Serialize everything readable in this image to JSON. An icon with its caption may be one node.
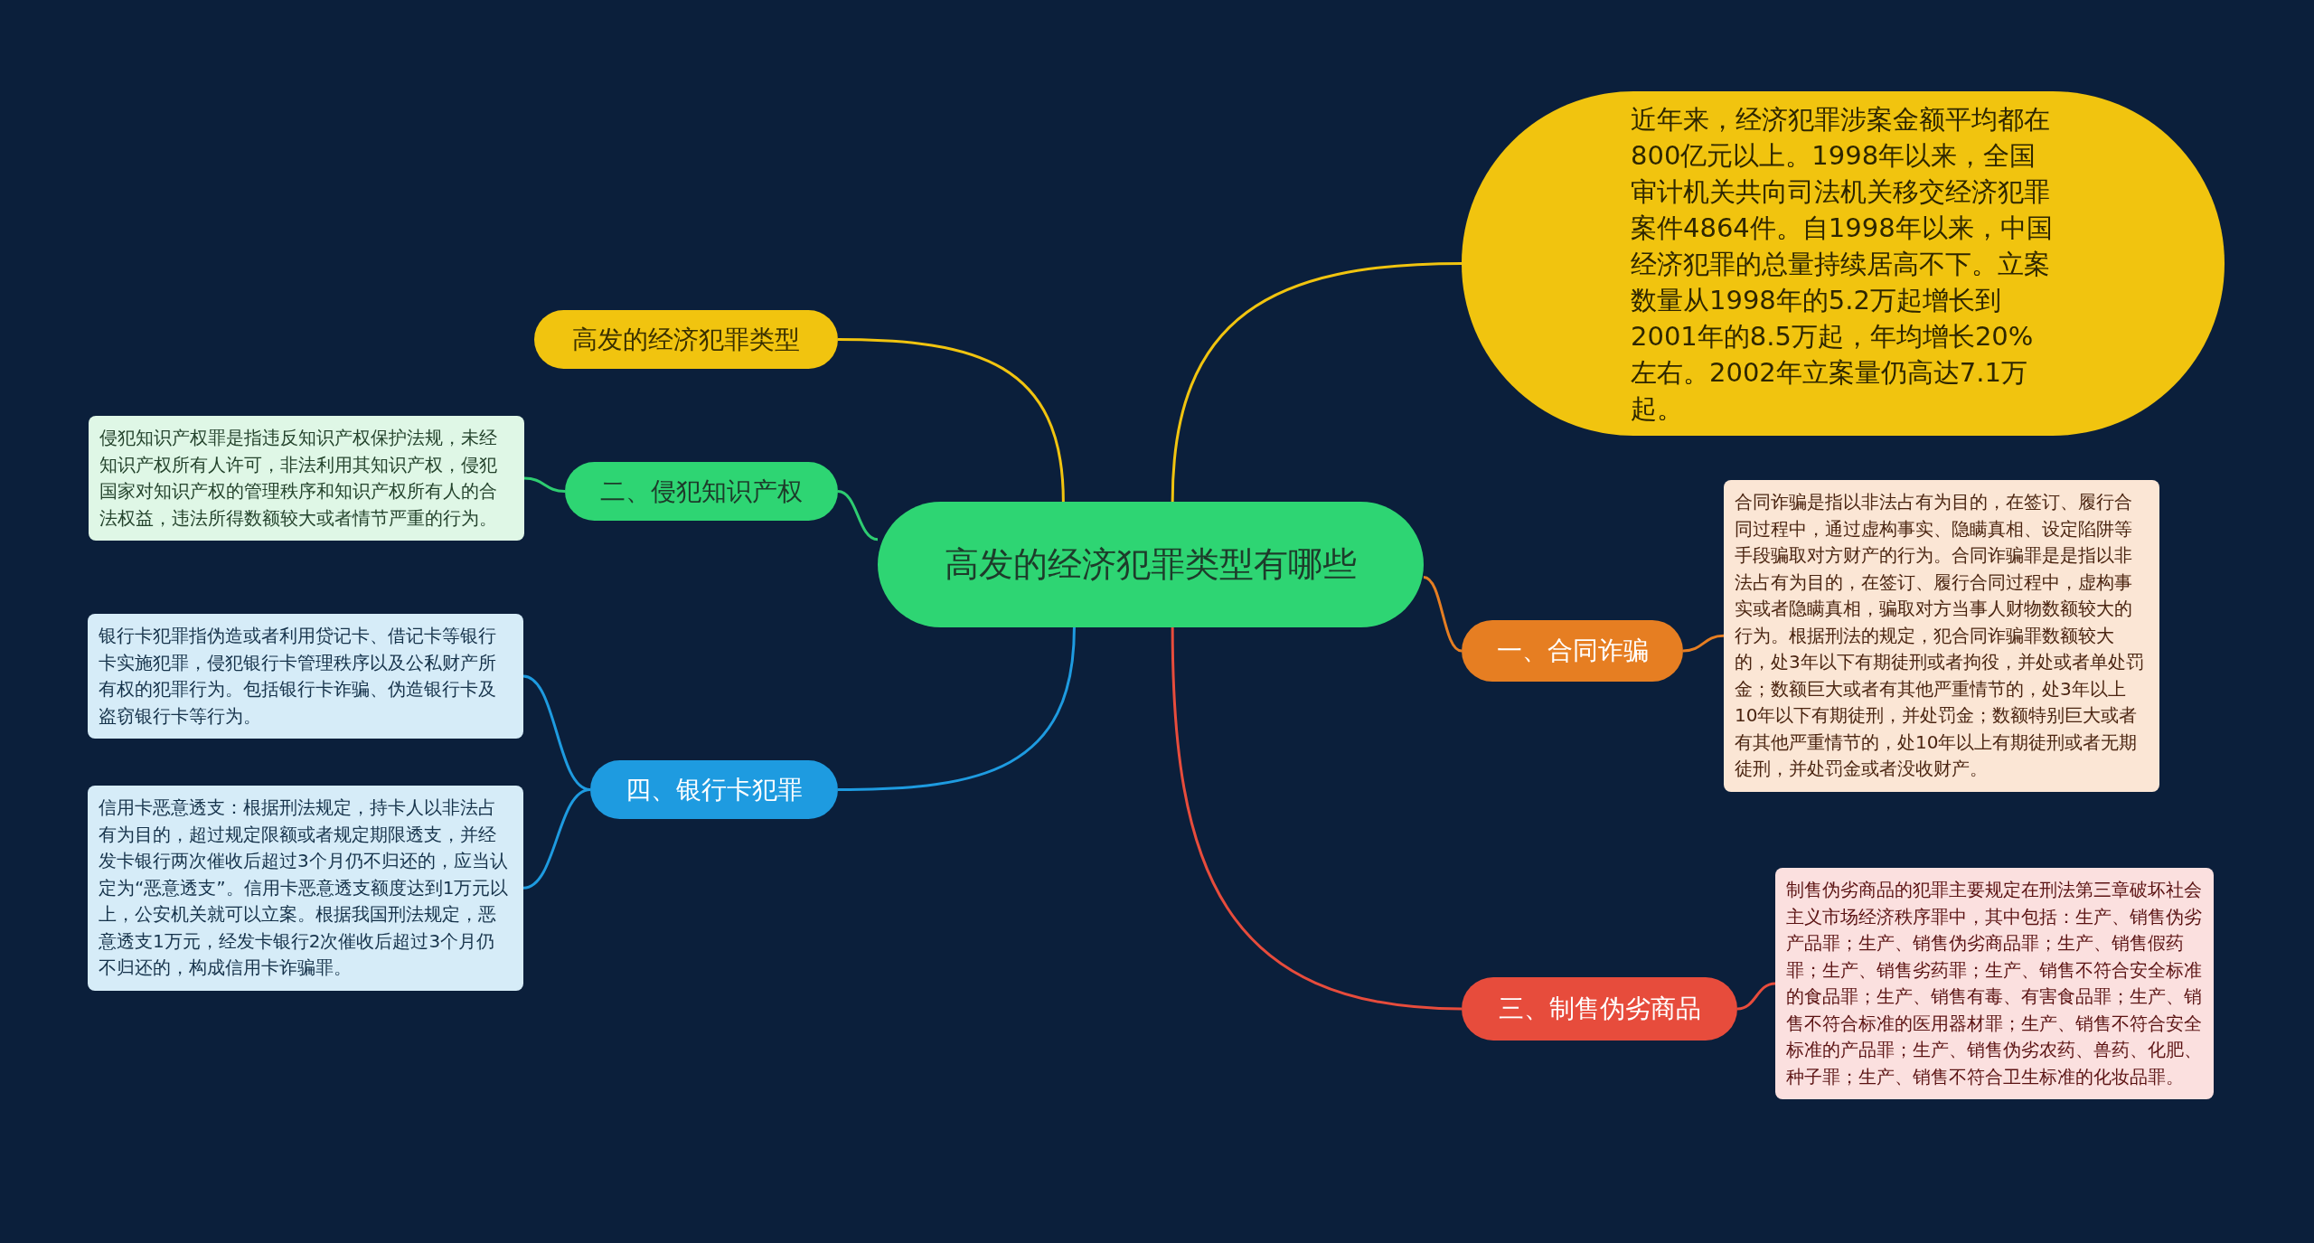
{
  "diagram": {
    "nodes": [
      {
        "text": [
          "高发的经济犯罪类型有哪些"
        ]
      },
      {
        "text": [
          "高发的经济犯罪类型"
        ]
      },
      {
        "text": [
          "近年来，经济犯罪涉案金额平均都在800亿元以上。1998年以来，全国审计机关共向司法机关移交经济犯罪案件4864件。自1998年以来，中国经济犯罪的总量持续居高不下。立案数量从1998年的5.2万起增长到2001年的8.5万起，年均增长20%左右。2002年立案量仍高达7.1万起。"
        ]
      },
      {
        "text": [
          "二、侵犯知识产权"
        ]
      },
      {
        "text": [
          "侵犯知识产权罪是指违反知识产权保护法规，未经知识产权所有人许可，非法利用其知识产权，侵犯国家对知识产权的管理秩序和知识产权所有人的合法权益，违法所得数额较大或者情节严重的行为。"
        ]
      },
      {
        "text": [
          "一、合同诈骗"
        ]
      },
      {
        "text": [
          "合同诈骗是指以非法占有为目的，在签订、履行合同过程中，通过虚构事实、隐瞒真相、设定陷阱等手段骗取对方财产的行为。合同诈骗罪是是指以非法占有为目的，在签订、履行合同过程中，虚构事实或者隐瞒真相，骗取对方当事人财物数额较大的行为。根据刑法的规定，犯合同诈骗罪数额较大的，处3年以下有期徒刑或者拘役，并处或者单处罚金；数额巨大或者有其他严重情节的，处3年以上10年以下有期徒刑，并处罚金；数额特别巨大或者有其他严重情节的，处10年以上有期徒刑或者无期徒刑，并处罚金或者没收财产。"
        ]
      },
      {
        "text": [
          "四、银行卡犯罪"
        ]
      },
      {
        "text": [
          "银行卡犯罪指伪造或者利用贷记卡、借记卡等银行卡实施犯罪，侵犯银行卡管理秩序以及公私财产所有权的犯罪行为。包括银行卡诈骗、伪造银行卡及盗窃银行卡等行为。"
        ]
      },
      {
        "text": [
          "信用卡恶意透支：根据刑法规定，持卡人以非法占有为目的，超过规定限额或者规定期限透支，并经发卡银行两次催收后超过3个月仍不归还的，应当认定为“恶意透支”。信用卡恶意透支额度达到1万元以上，公安机关就可以立案。根据我国刑法规定，恶意透支1万元，经发卡银行2次催收后超过3个月仍不归还的，构成信用卡诈骗罪。"
        ]
      },
      {
        "text": [
          "三、制售伪劣商品"
        ]
      },
      {
        "text": [
          "制售伪劣商品的犯罪主要规定在刑法第三章破坏社会主义市场经济秩序罪中，其中包括：生产、销售伪劣产品罪；生产、销售伪劣商品罪；生产、销售假药罪；生产、销售劣药罪；生产、销售不符合安全标准的食品罪；生产、销售有毒、有害食品罪；生产、销售不符合标准的医用器材罪；生产、销售不符合安全标准的产品罪；生产、销售伪劣农药、兽药、化肥、种子罪；生产、销售不符合卫生标准的化妆品罪。"
        ]
      }
    ],
    "edges": [
      {
        "from": 0,
        "to": 1,
        "arrow": "none",
        "color": "#f1c40f"
      },
      {
        "from": 0,
        "to": 2,
        "arrow": "none",
        "color": "#f1c40f"
      },
      {
        "from": 0,
        "to": 3,
        "arrow": "none",
        "color": "#2ecc71"
      },
      {
        "from": 3,
        "to": 4,
        "arrow": "none",
        "color": "#2ecc71"
      },
      {
        "from": 0,
        "to": 5,
        "arrow": "none",
        "color": "#e67e22"
      },
      {
        "from": 5,
        "to": 6,
        "arrow": "none",
        "color": "#e67e22"
      },
      {
        "from": 0,
        "to": 7,
        "arrow": "none",
        "color": "#1e9be0"
      },
      {
        "from": 7,
        "to": 8,
        "arrow": "none",
        "color": "#1e9be0"
      },
      {
        "from": 7,
        "to": 9,
        "arrow": "none",
        "color": "#1e9be0"
      },
      {
        "from": 0,
        "to": 10,
        "arrow": "none",
        "color": "#e74c3c"
      },
      {
        "from": 10,
        "to": 11,
        "arrow": "none",
        "color": "#e74c3c"
      }
    ]
  }
}
